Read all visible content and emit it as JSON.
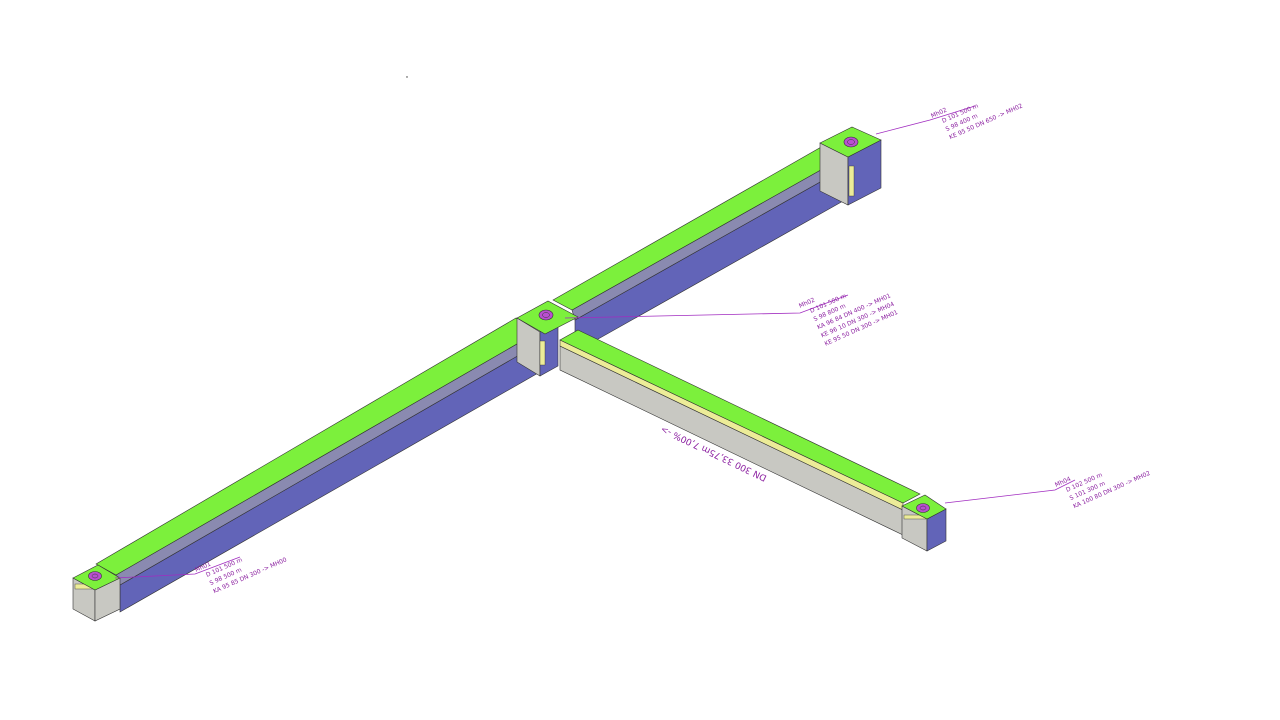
{
  "colors": {
    "top_face": "#7cf03c",
    "side_face": "#6264b8",
    "concrete": "#c8c8c2",
    "bedding": "#ecec98",
    "annotation": "#a12cc0",
    "manhole_cover": "#b94fd0"
  },
  "manholes": [
    {
      "id": "mh-north",
      "label_lines": [
        "Mh02",
        "D 101 500 m",
        "S 98 400 m",
        "KE 95 50 DN 650 -> MH02"
      ]
    },
    {
      "id": "mh-center",
      "label_lines": [
        "Mh02",
        "D 101 500 m",
        "S 98 800 m",
        "KA 96 84 DN 400 -> MH01",
        "KE 96 10 DN 300 -> MH04",
        "KE 95 50 DN 300 -> MH01"
      ]
    },
    {
      "id": "mh-east",
      "label_lines": [
        "Mh04",
        "D 102 500 m",
        "S 101 300 m",
        "KA 100 80 DN 300 -> MH02"
      ]
    },
    {
      "id": "mh-west",
      "label_lines": [
        "Mh01",
        "D 101 500 m",
        "S 98 500 m",
        "KA 95 85 DN 300 -> MH00"
      ]
    }
  ],
  "pipe_label": "DN 300 33,75m 7,00% ->"
}
